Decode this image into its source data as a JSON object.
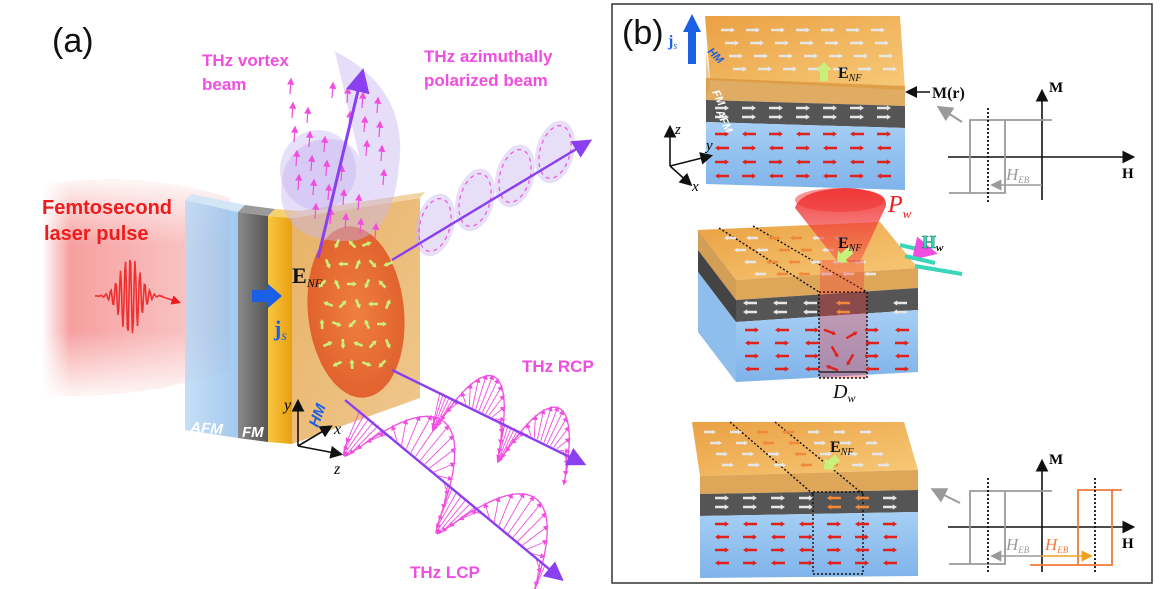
{
  "panel_a": {
    "tag": "(a)",
    "labels": {
      "laser": [
        "Femtosecond",
        "laser pulse"
      ],
      "vortex": [
        "THz vortex",
        "beam"
      ],
      "azimuthal": [
        "THz azimuthally",
        "polarized beam"
      ],
      "rcp": "THz RCP",
      "lcp": "THz LCP",
      "afm": "AFM",
      "fm": "FM",
      "hm": "HM",
      "enf_main": "E",
      "enf_sub": "NF",
      "js_main": "j",
      "js_sub": "s",
      "axis_x": "x",
      "axis_y": "y",
      "axis_z": "z"
    },
    "colors": {
      "beam_label": "#f04ee0",
      "laser": "#ee1c1c",
      "spin_current": "#1a5fe6",
      "afm": "#a9cdf0",
      "fm": "#6b6b6b",
      "hm": "#f2b236",
      "hm_face": "#e9b26a",
      "nearfield_disk": "#e8652d",
      "nearfield_arrows": "#c9f07a",
      "beam_axis": "#8a3ff0"
    }
  },
  "panel_b": {
    "tag": "(b)",
    "top": {
      "js_main": "j",
      "js_sub": "s",
      "hm": "HM",
      "fm": "FM",
      "afm": "AFM",
      "enf_main": "E",
      "enf_sub": "NF",
      "mr_label": "M(r)",
      "axis_x": "x",
      "axis_y": "y",
      "axis_z": "z"
    },
    "middle": {
      "enf_main": "E",
      "enf_sub": "NF",
      "pw_main": "P",
      "pw_sub": "w",
      "hw_main": "H",
      "hw_sub": "w",
      "dw_main": "D",
      "dw_sub": "w"
    },
    "bottom": {
      "enf_main": "E",
      "enf_sub": "NF"
    },
    "loop_top": {
      "m_axis": "M",
      "h_axis": "H",
      "heb_main": "H",
      "heb_sub": "EB"
    },
    "loop_bottom": {
      "m_axis": "M",
      "h_axis": "H",
      "heb_gray_main": "H",
      "heb_gray_sub": "EB",
      "heb_orange_main": "H",
      "heb_orange_sub": "EB"
    },
    "colors": {
      "loop_gray": "#9a9a9a",
      "loop_orange": "#f07a3a",
      "heb_arrow_orange": "#f0a020",
      "afm_arrows": "#e0221e",
      "fm_arrows": "#e6e6e6",
      "switched_arrows": "#f08a3a",
      "hw_arrows": "#3ad6b8",
      "pump_cone": "#f03030"
    }
  }
}
